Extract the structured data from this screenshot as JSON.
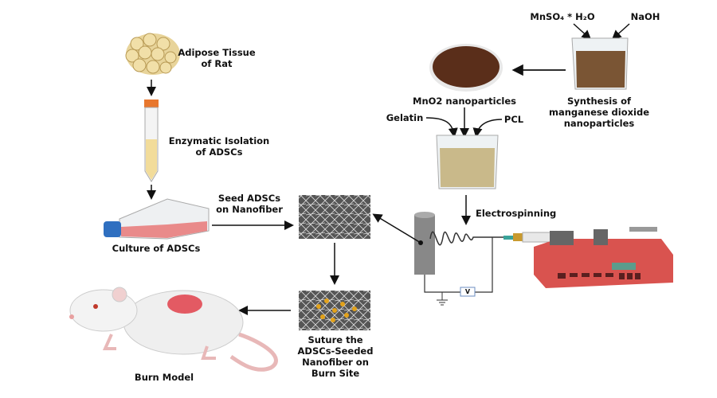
{
  "labels": {
    "adipose_line1": "Adipose Tissue",
    "adipose_line2": "of Rat",
    "enzymatic_line1": "Enzymatic Isolation",
    "enzymatic_line2": "of ADSCs",
    "culture": "Culture of ADSCs",
    "seed_line1": "Seed ADSCs",
    "seed_line2": "on Nanofiber",
    "suture_line1": "Suture the",
    "suture_line2": "ADSCs-Seeded",
    "suture_line3": "Nanofiber on",
    "suture_line4": "Burn Site",
    "burn_model": "Burn Model",
    "reagent_mnso4": "MnSO₄ * H₂O",
    "reagent_naoh": "NaOH",
    "synthesis_line1": "Synthesis of",
    "synthesis_line2": "manganese dioxide",
    "synthesis_line3": "nanoparticles",
    "mno2": "MnO2 nanoparticles",
    "gelatin": "Gelatin",
    "pcl": "PCL",
    "electrospinning": "Electrospinning",
    "voltmeter": "V"
  },
  "colors": {
    "arrow": "#111111",
    "mno2_brown": "#5a2e1a",
    "solution_tan": "#c9b98a",
    "pump_red": "#d9534f",
    "flask_media": "#e98a8a",
    "burn_spot": "#e35a63"
  }
}
